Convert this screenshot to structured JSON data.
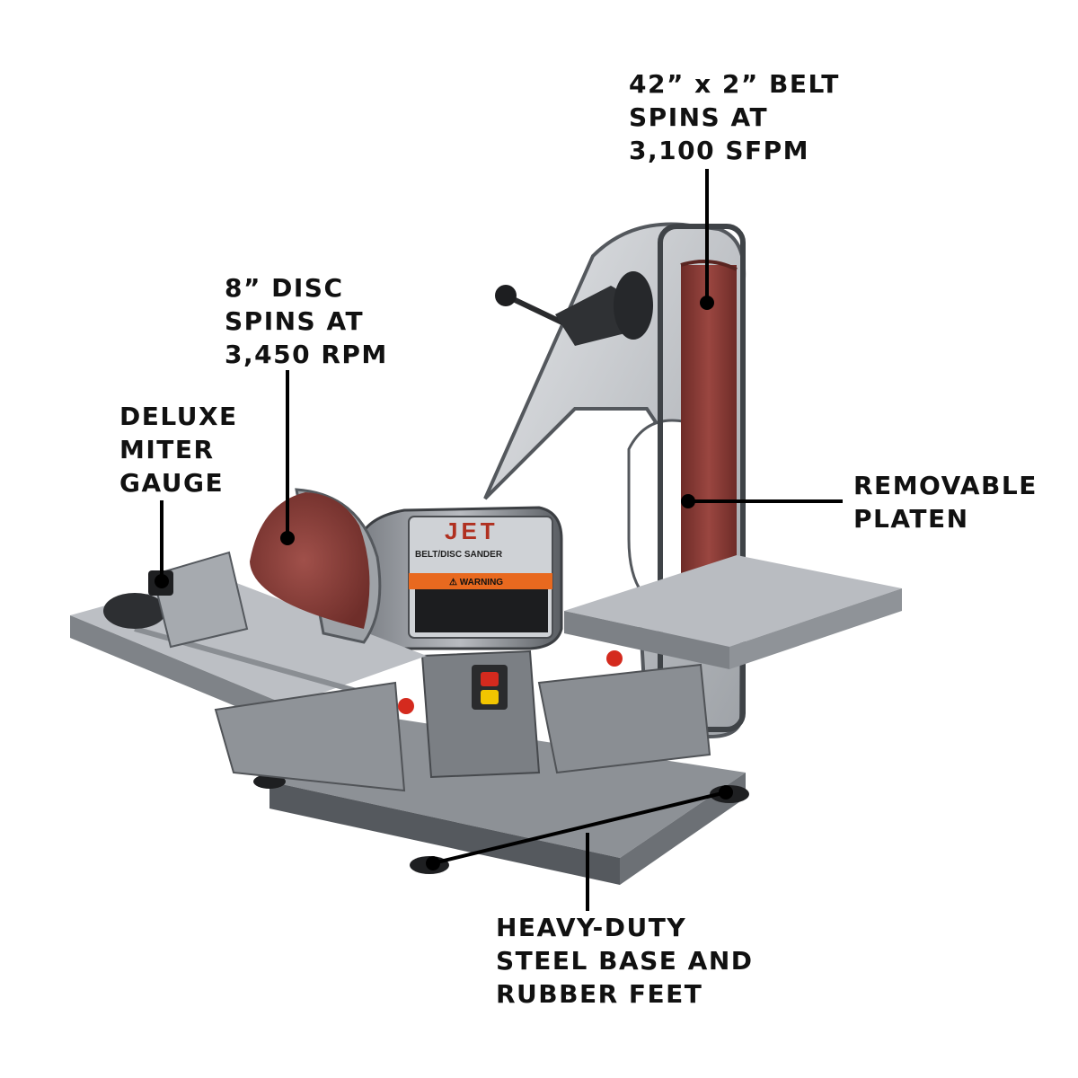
{
  "callouts": {
    "belt": {
      "lines": [
        "42” x 2” BELT",
        "SPINS AT",
        "3,100 SFPM"
      ]
    },
    "disc": {
      "lines": [
        "8” DISC",
        "SPINS AT",
        "3,450 RPM"
      ]
    },
    "miter": {
      "lines": [
        "DELUXE",
        "MITER",
        "GAUGE"
      ]
    },
    "platen": {
      "lines": [
        "REMOVABLE",
        "PLATEN"
      ]
    },
    "base": {
      "lines": [
        "HEAVY-DUTY",
        "STEEL BASE AND",
        "RUBBER FEET"
      ]
    }
  },
  "machine": {
    "brand_logo": "JET",
    "label_title": "BELT/DISC SANDER",
    "warning": "⚠ WARNING"
  },
  "colors": {
    "abrasive": "#8a3a35",
    "metal_light": "#c9ccd0",
    "metal_dark": "#5f6368",
    "warning_orange": "#e8691f",
    "button_red": "#d42a1e",
    "button_yellow": "#f2c500"
  }
}
